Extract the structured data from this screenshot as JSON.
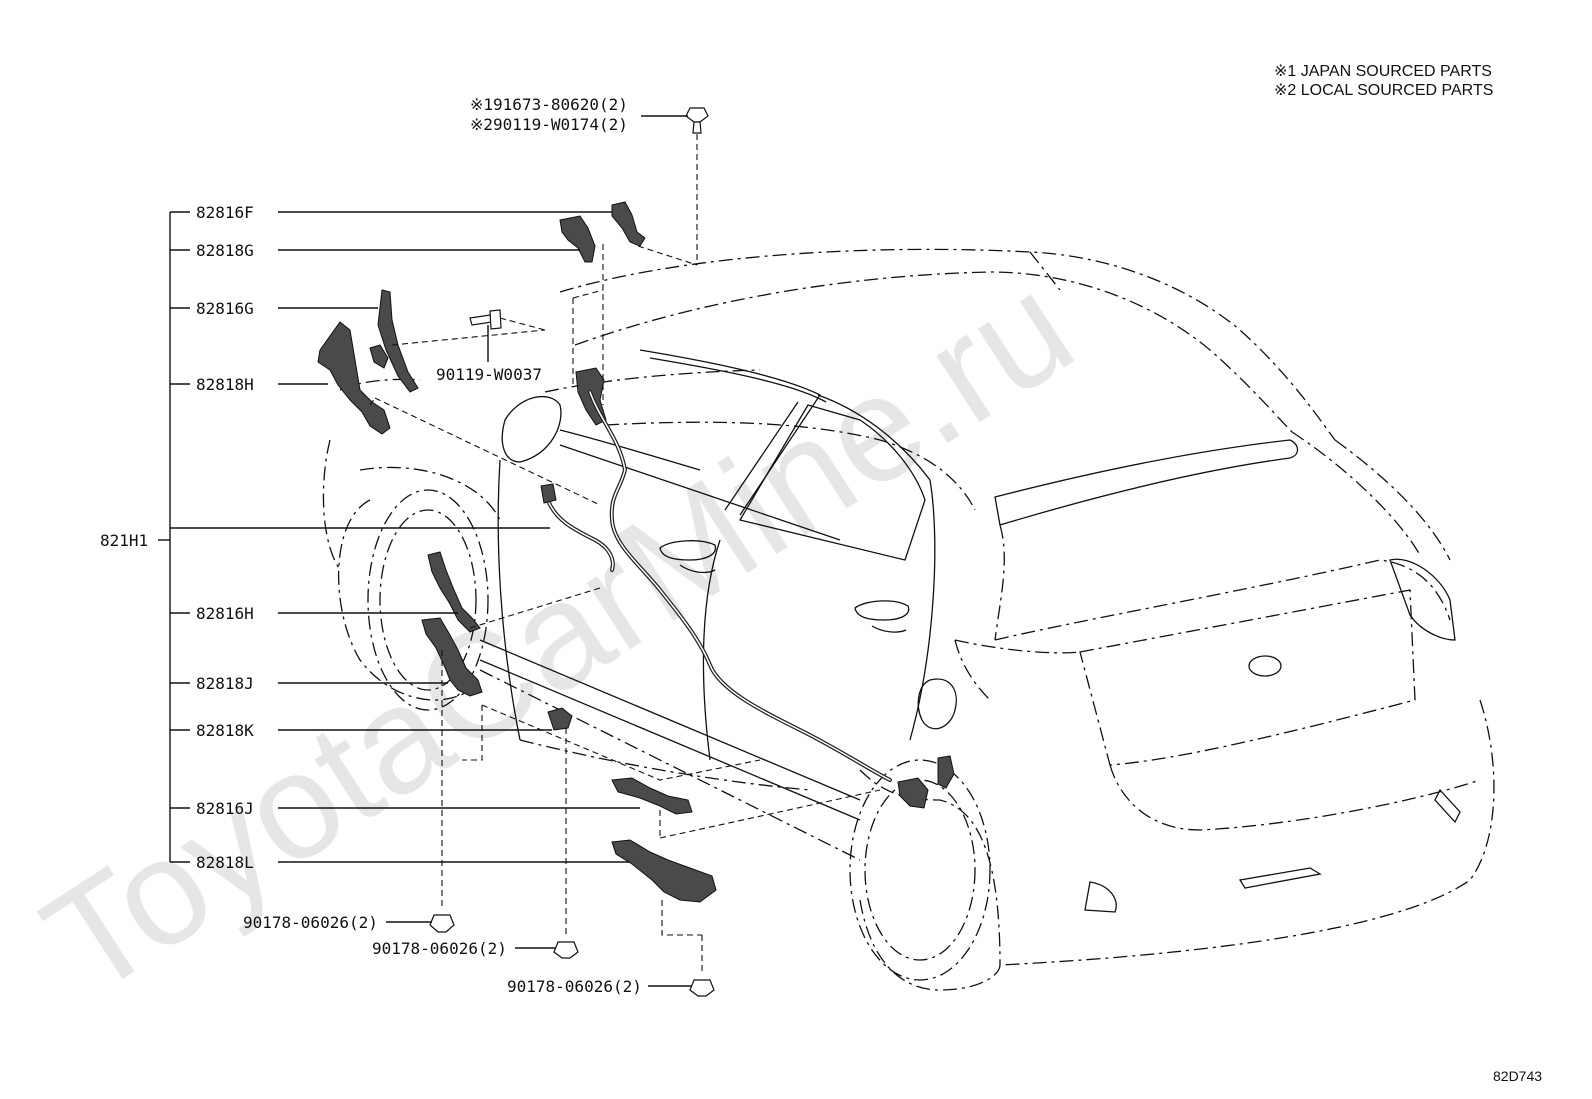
{
  "notes": [
    "※1 JAPAN SOURCED PARTS",
    "※2 LOCAL SOURCED PARTS"
  ],
  "bolt_top": {
    "line1": "※191673-80620(2)",
    "line2": "※290119-W0174(2)"
  },
  "parts": {
    "p82816F": "82816F",
    "p82818G": "82818G",
    "p82816G": "82816G",
    "p82818H": "82818H",
    "p821H1": "821H1",
    "p82816H": "82816H",
    "p82818J": "82818J",
    "p82818K": "82818K",
    "p82816J": "82816J",
    "p82818L": "82818L"
  },
  "bolt_mid": "90119-W0037",
  "clips": {
    "c1": "90178-06026(2)",
    "c2": "90178-06026(2)",
    "c3": "90178-06026(2)"
  },
  "diagram_code": "82D743",
  "watermark": "ToyotaCarMine.ru"
}
